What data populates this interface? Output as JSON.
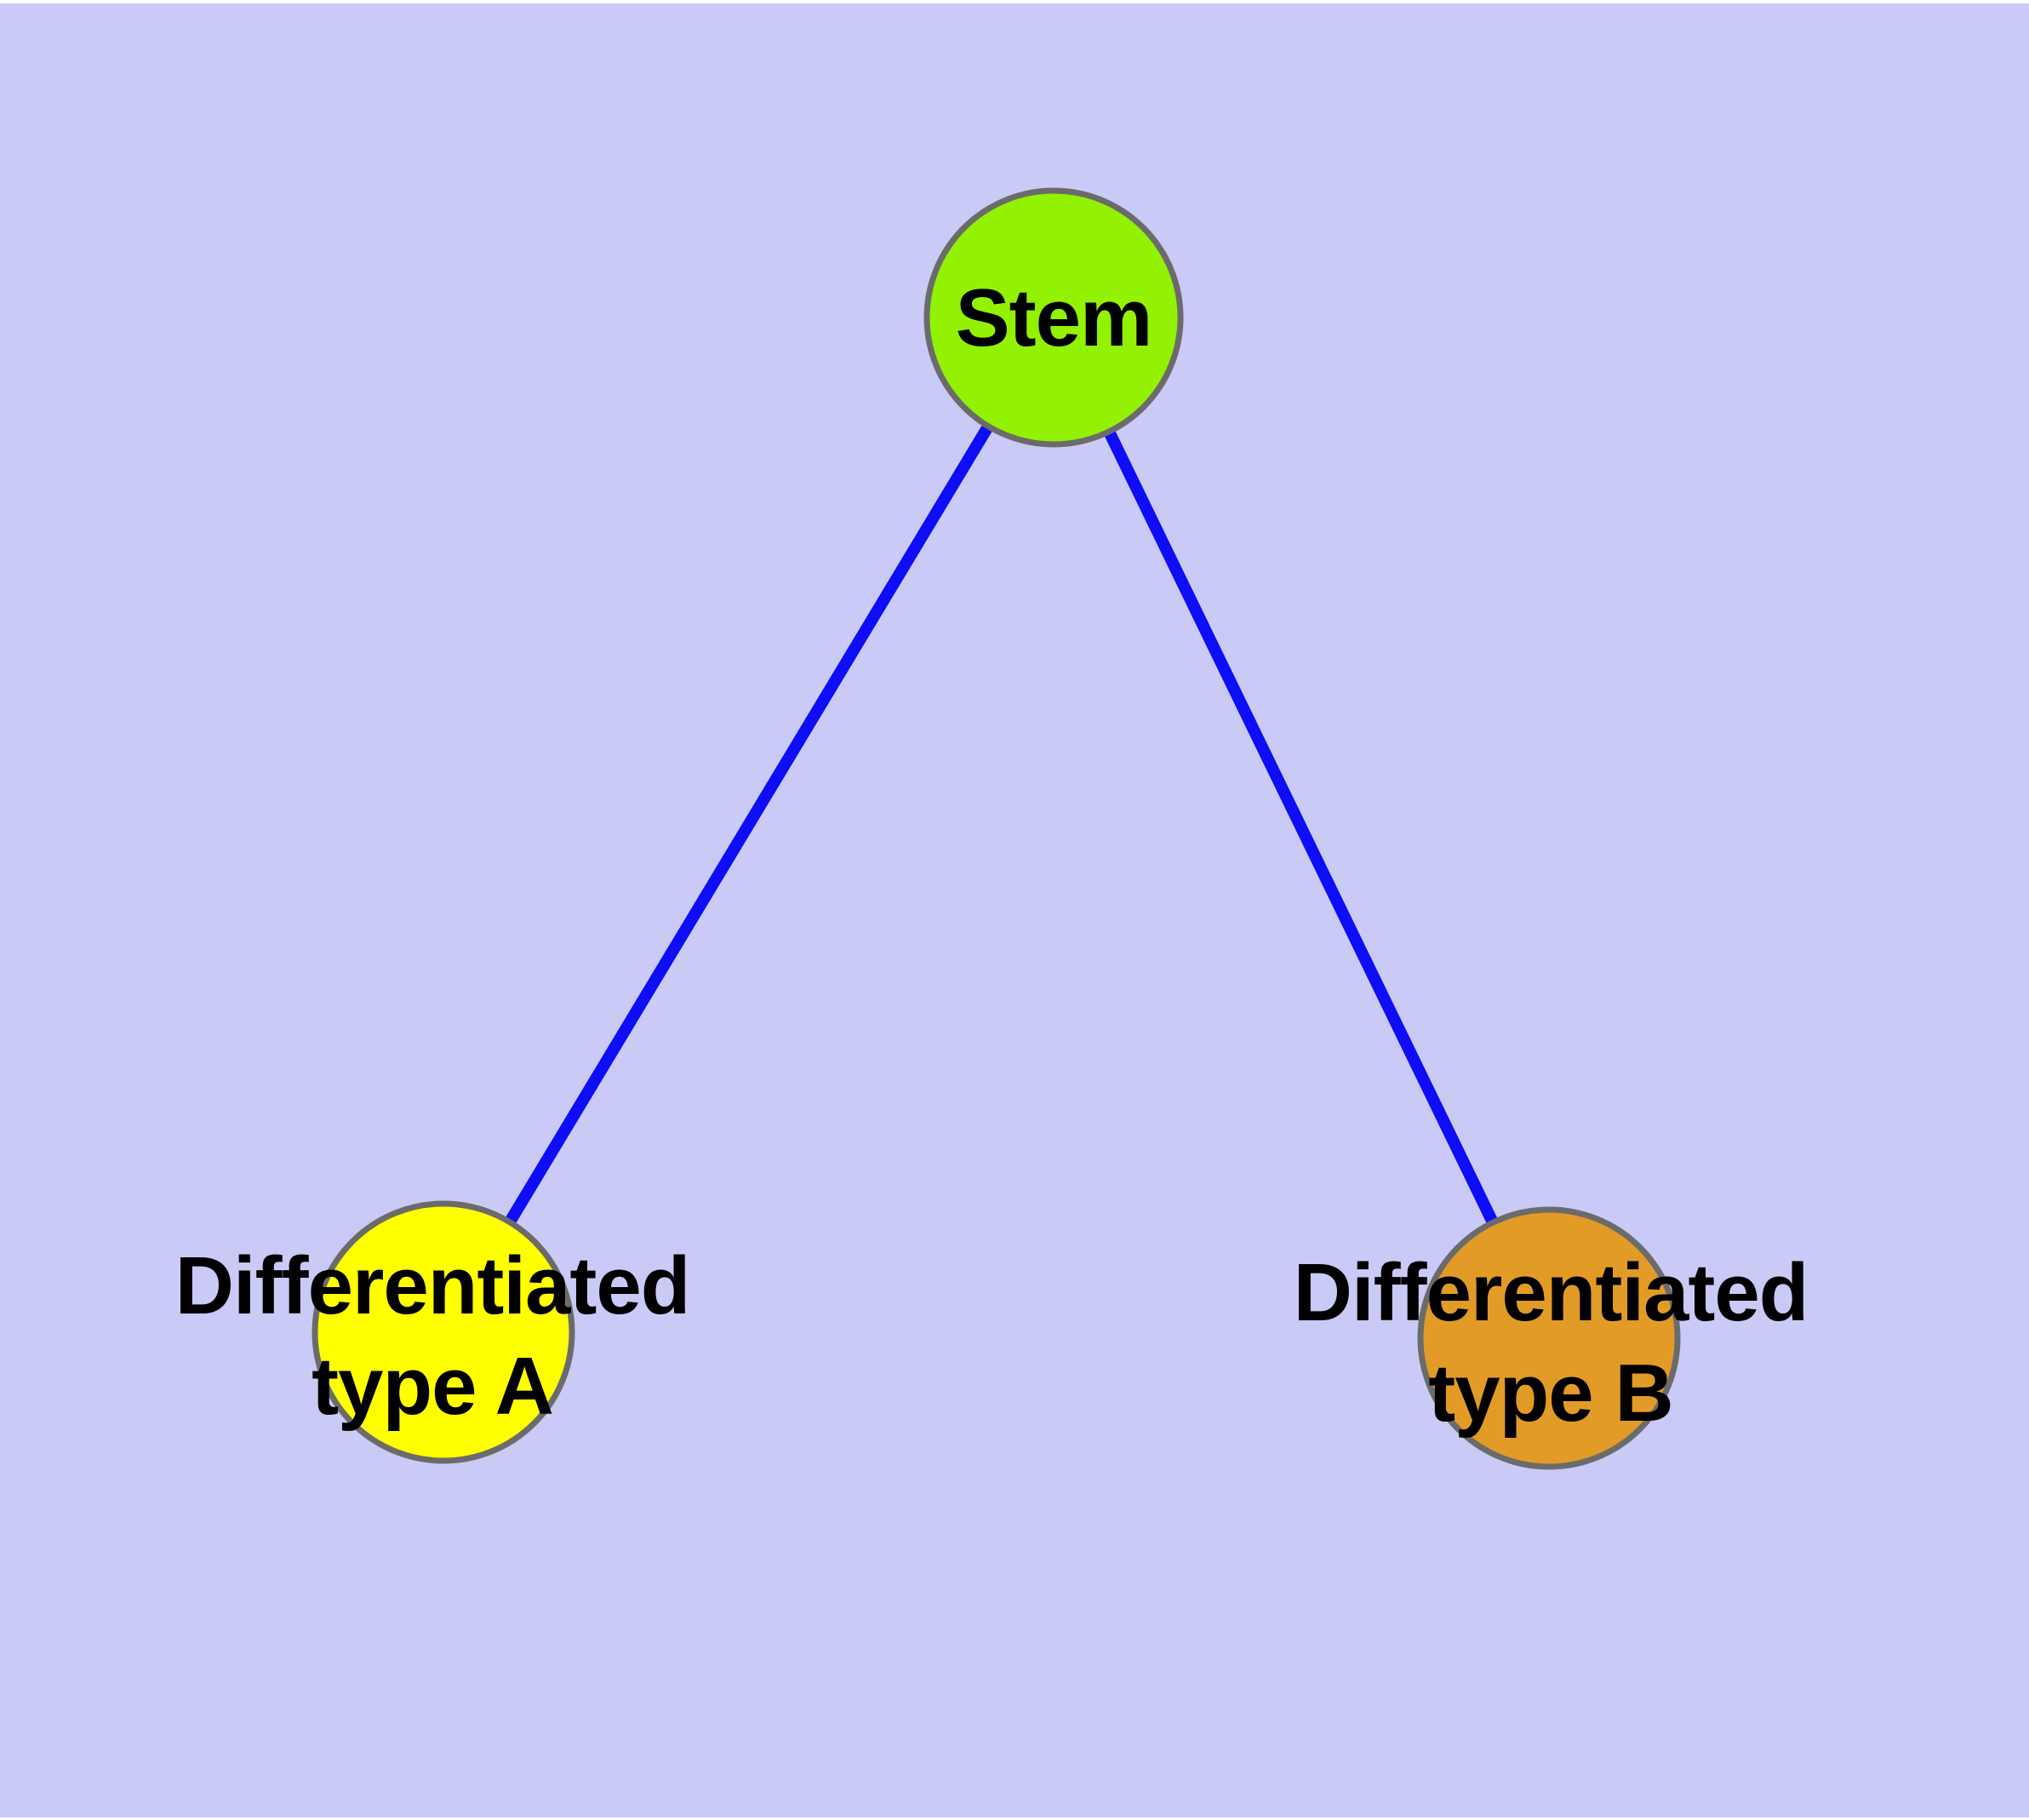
{
  "diagram": {
    "background_color": "#CACAF7",
    "margin_color": "#FFFFFF",
    "edge_color": "#0D0DF7",
    "node_border_color": "#6B6B6B",
    "label_color": "#000000",
    "nodes": [
      {
        "id": "stem",
        "label_lines": [
          "Stem"
        ],
        "fill": "#92F202"
      },
      {
        "id": "differentiated-type-a",
        "label_lines": [
          "Differentiated",
          "type A"
        ],
        "fill": "#FFFF00"
      },
      {
        "id": "differentiated-type-b",
        "label_lines": [
          "Differentiated",
          "type B"
        ],
        "fill": "#E29B26"
      }
    ],
    "edges": [
      {
        "from": "stem",
        "to": "differentiated-type-a"
      },
      {
        "from": "stem",
        "to": "differentiated-type-b"
      }
    ]
  }
}
